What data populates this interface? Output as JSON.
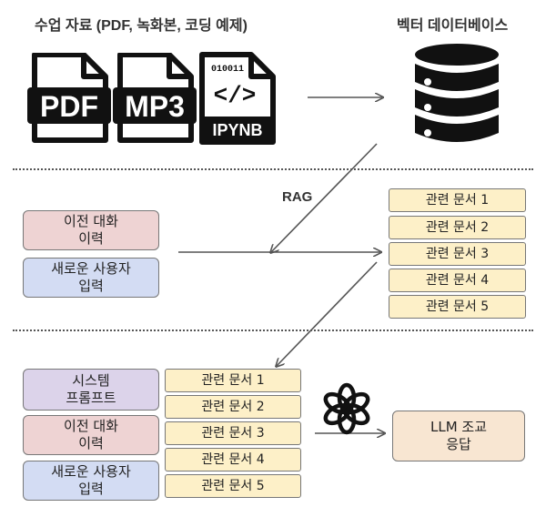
{
  "header": {
    "sources_title": "수업 자료 (PDF, 녹화본, 코딩 예제)",
    "vectordb_title": "벡터 데이터베이스"
  },
  "files": {
    "pdf": "PDF",
    "mp3": "MP3",
    "ipynb_label": "IPYNB",
    "ipynb_bits": "010011",
    "ipynb_code": "</>"
  },
  "rag_label": "RAG",
  "retrieval": {
    "history": "이전 대화\n이력",
    "user_input": "새로운 사용자\n입력",
    "docs": [
      "관련 문서 1",
      "관련 문서 2",
      "관련 문서 3",
      "관련 문서 4",
      "관련 문서 5"
    ]
  },
  "generation": {
    "system_prompt": "시스템\n프롬프트",
    "history": "이전 대화\n이력",
    "user_input": "새로운 사용자\n입력",
    "docs": [
      "관련 문서 1",
      "관련 문서 2",
      "관련 문서 3",
      "관련 문서 4",
      "관련 문서 5"
    ],
    "answer": "LLM 조교\n응답"
  },
  "colors": {
    "doc": "#fdf0c8",
    "history": "#eed3d3",
    "user_input": "#d3dcf3",
    "system_prompt": "#dcd3ea",
    "answer": "#f8e6d2"
  },
  "icons": [
    "pdf-file-icon",
    "mp3-file-icon",
    "ipynb-file-icon",
    "database-icon",
    "openai-logo-icon"
  ]
}
